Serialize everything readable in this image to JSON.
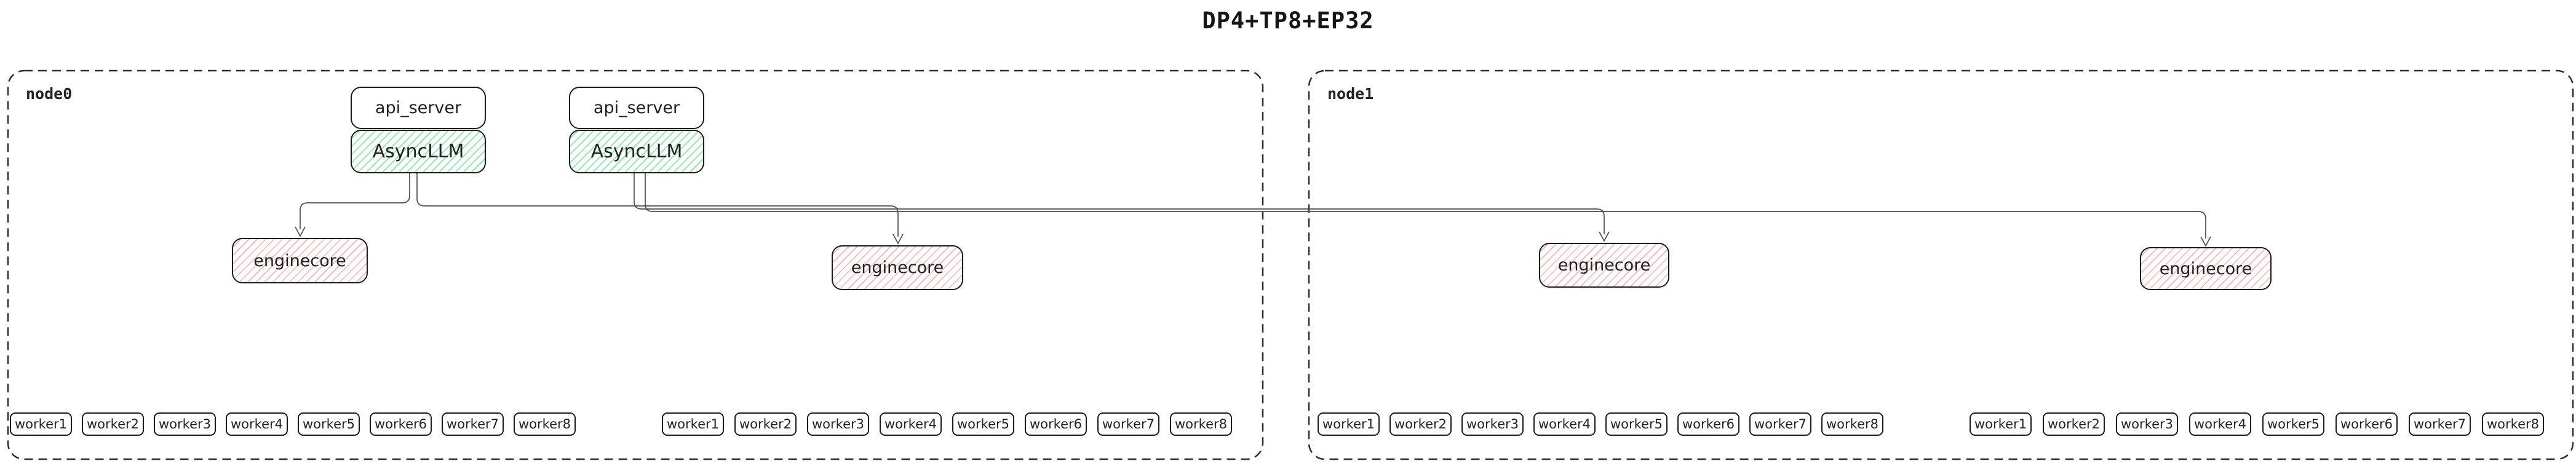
{
  "title": "DP4+TP8+EP32",
  "colors": {
    "asyncllm_hatch": "#8ee6a8",
    "enginecore_hatch": "#f2b6b6",
    "box_border": "#1c1c1c",
    "node_border": "#2e2e2e",
    "edge": "#4d4d4d",
    "text": "#1a1a1a"
  },
  "nodes": [
    {
      "id": "node0",
      "label": "node0",
      "server_pairs": [
        {
          "api": "api_server",
          "llm": "AsyncLLM"
        },
        {
          "api": "api_server",
          "llm": "AsyncLLM"
        }
      ],
      "enginecores": [
        "enginecore",
        "enginecore"
      ],
      "worker_groups": [
        [
          "worker1",
          "worker2",
          "worker3",
          "worker4",
          "worker5",
          "worker6",
          "worker7",
          "worker8"
        ],
        [
          "worker1",
          "worker2",
          "worker3",
          "worker4",
          "worker5",
          "worker6",
          "worker7",
          "worker8"
        ]
      ]
    },
    {
      "id": "node1",
      "label": "node1",
      "server_pairs": [],
      "enginecores": [
        "enginecore",
        "enginecore"
      ],
      "worker_groups": [
        [
          "worker1",
          "worker2",
          "worker3",
          "worker4",
          "worker5",
          "worker6",
          "worker7",
          "worker8"
        ],
        [
          "worker1",
          "worker2",
          "worker3",
          "worker4",
          "worker5",
          "worker6",
          "worker7",
          "worker8"
        ]
      ]
    }
  ],
  "edges": [
    {
      "from": "node0-asyncllm-1",
      "to": "node0-enginecore-1"
    },
    {
      "from": "node0-asyncllm-1",
      "to": "node0-enginecore-2"
    },
    {
      "from": "node0-asyncllm-2",
      "to": "node1-enginecore-1"
    },
    {
      "from": "node0-asyncllm-2",
      "to": "node1-enginecore-2"
    }
  ]
}
